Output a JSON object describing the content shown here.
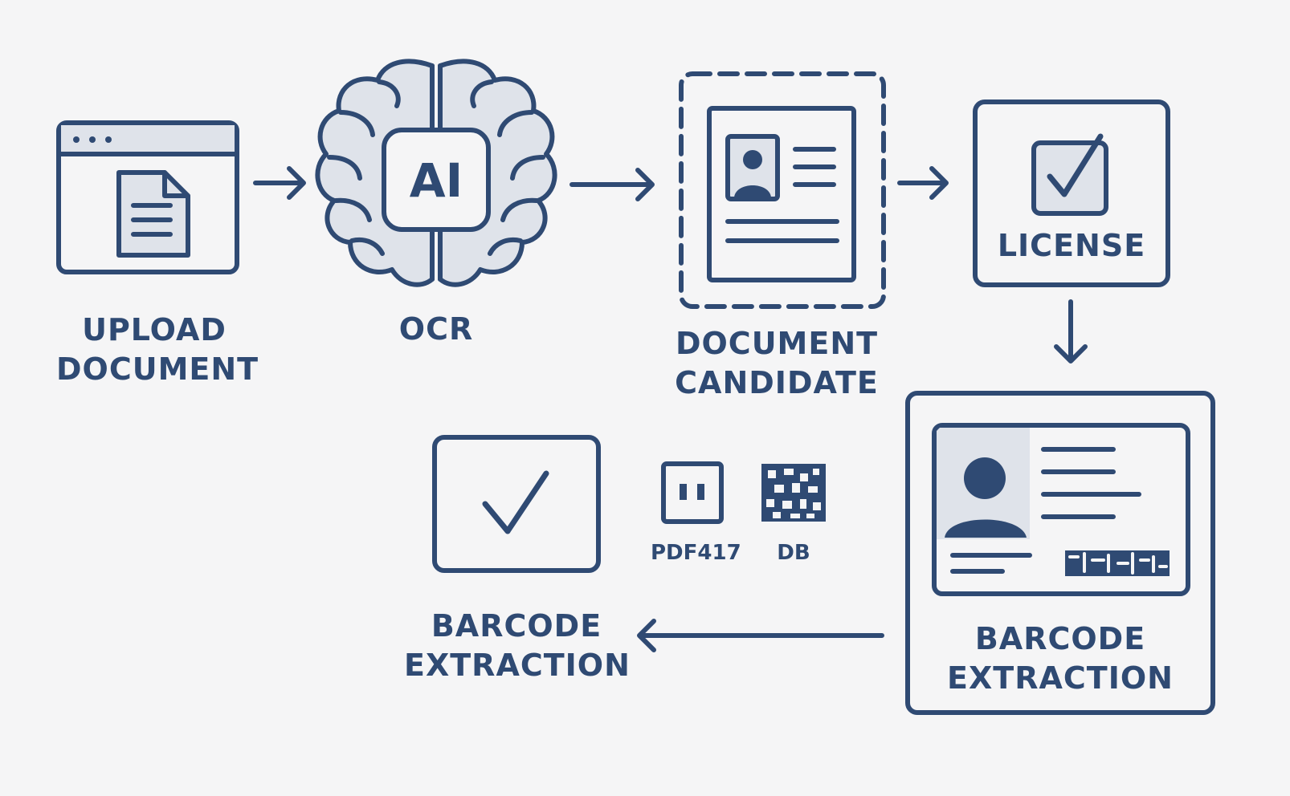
{
  "colors": {
    "stroke": "#2f4a73",
    "fill": "#dfe3ea",
    "background": "#f5f5f6"
  },
  "nodes": {
    "upload": {
      "icon": "browser-document-icon",
      "label_line1": "UPLOAD",
      "label_line2": "DOCUMENT"
    },
    "ocr": {
      "icon": "brain-icon",
      "chip_text": "AI",
      "label": "OCR"
    },
    "candidate": {
      "icon": "id-document-icon",
      "label_line1": "DOCUMENT",
      "label_line2": "CANDIDATE"
    },
    "license": {
      "icon": "checkbox-icon",
      "label": "LICENSE"
    },
    "barcode_card": {
      "icon": "id-card-icon",
      "label_line1": "BARCODE",
      "label_line2": "EXTRACTION"
    },
    "result": {
      "icon": "checkmark-icon",
      "label_line1": "BARCODE",
      "label_line2": "EXTRACTION"
    }
  },
  "formats": [
    {
      "icon": "pdf417-icon",
      "label": "PDF417"
    },
    {
      "icon": "datamatrix-icon",
      "label": "DB"
    }
  ]
}
